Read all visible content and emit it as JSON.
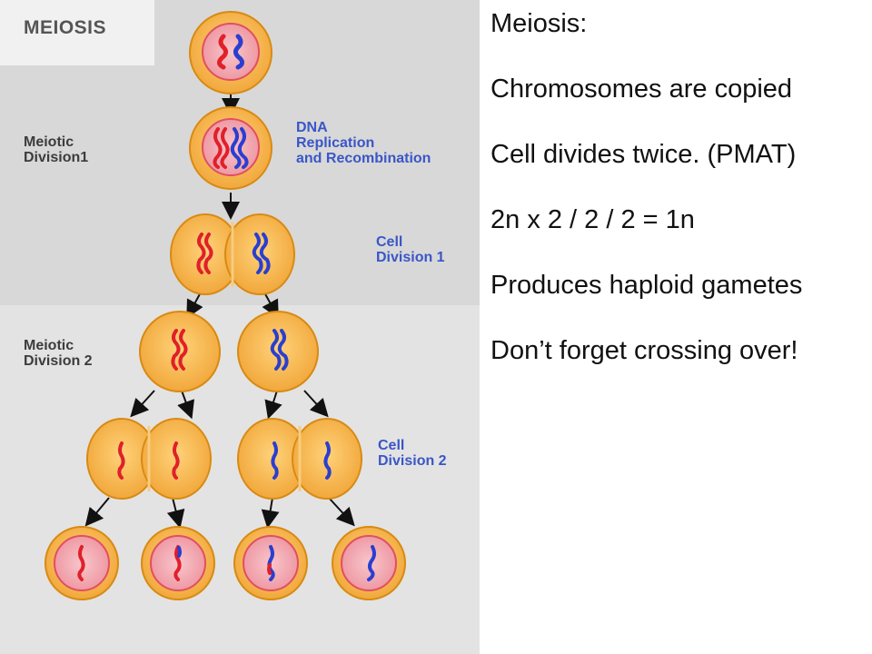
{
  "diagram": {
    "title": "MEIOSIS",
    "stages": [
      {
        "label": "Meiotic\nDivision1"
      },
      {
        "label": "Meiotic\nDivision 2"
      }
    ],
    "steps": [
      {
        "label": "DNA\nReplication\nand Recombination"
      },
      {
        "label": "Cell\nDivision 1"
      },
      {
        "label": "Cell\nDivision 2"
      }
    ],
    "colors": {
      "cell_border": "#d88a12",
      "cell_fill": "#f6b14a",
      "nucleus_fill": "#f2a0aa",
      "nucleus_ring": "#e05060",
      "chromosome_maternal": "#e0202a",
      "chromosome_paternal": "#2a3fd0"
    }
  },
  "notes": {
    "heading": "Meiosis:",
    "lines": [
      "Chromosomes are copied",
      "Cell divides  twice. (PMAT)",
      "2n x 2 / 2 / 2 = 1n",
      "Produces haploid gametes",
      "Don’t forget crossing over!"
    ]
  }
}
